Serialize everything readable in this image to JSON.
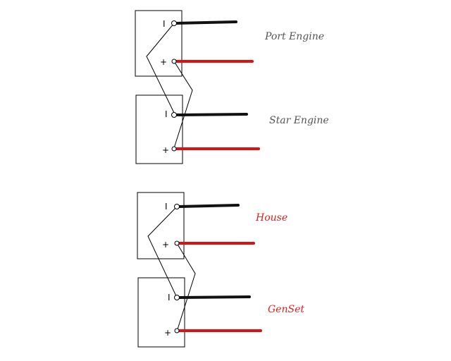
{
  "colors": {
    "negative_wire": "#111111",
    "positive_wire": "#dd1111",
    "engine_label": "#555555",
    "house_label": "#dd2222"
  },
  "symbols": {
    "negative": "I",
    "positive": "+"
  },
  "batteries": [
    {
      "id": "port-engine",
      "label": "Port Engine",
      "label_color_key": "engine_label"
    },
    {
      "id": "star-engine",
      "label": "Star Engine",
      "label_color_key": "engine_label"
    },
    {
      "id": "house",
      "label": "House",
      "label_color_key": "house_label"
    },
    {
      "id": "genset",
      "label": "GenSet",
      "label_color_key": "house_label"
    }
  ]
}
